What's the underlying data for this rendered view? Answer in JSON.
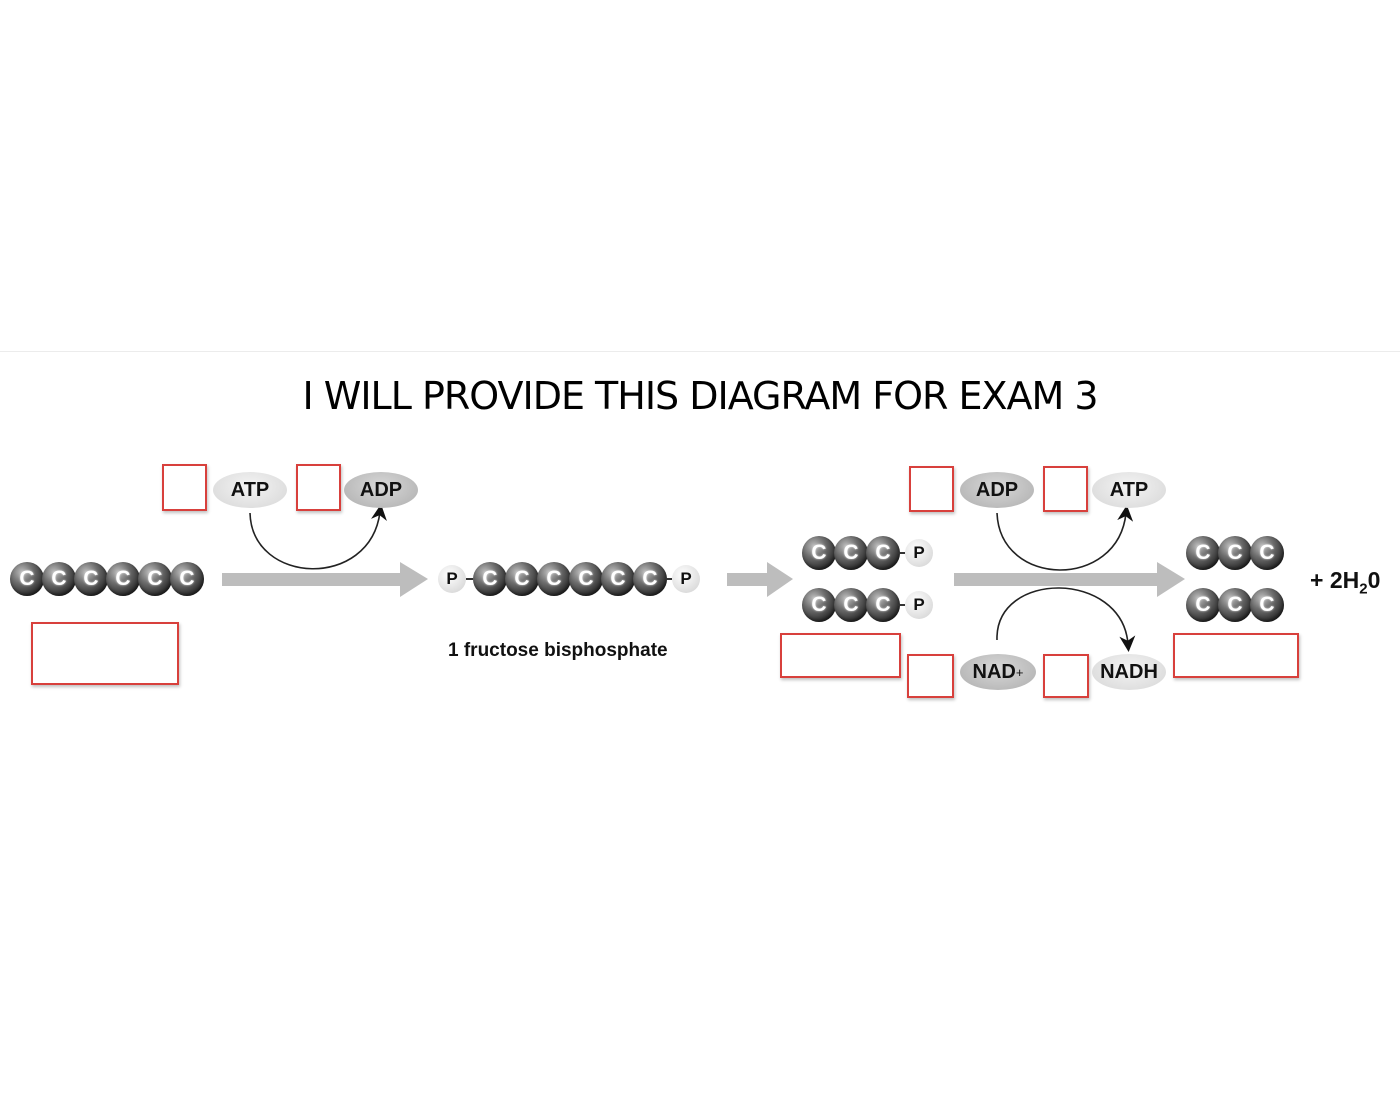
{
  "title": "I WILL PROVIDE THIS DIAGRAM FOR EXAM 3",
  "step1": {
    "start_molecule": {
      "atoms": [
        "C",
        "C",
        "C",
        "C",
        "C",
        "C"
      ]
    },
    "cofactor_in": "ATP",
    "cofactor_out": "ADP"
  },
  "intermediate": {
    "phosphate_left": "P",
    "atoms": [
      "C",
      "C",
      "C",
      "C",
      "C",
      "C"
    ],
    "phosphate_right": "P",
    "label": "1 fructose bisphosphate"
  },
  "split": {
    "top": {
      "atoms": [
        "C",
        "C",
        "C"
      ],
      "phosphate": "P"
    },
    "bottom": {
      "atoms": [
        "C",
        "C",
        "C"
      ],
      "phosphate": "P"
    }
  },
  "step3": {
    "cofactor_top_in": "ADP",
    "cofactor_top_out": "ATP",
    "cofactor_bottom_in": "NAD",
    "cofactor_bottom_in_sup": "+",
    "cofactor_bottom_out": "NADH"
  },
  "products": {
    "top": {
      "atoms": [
        "C",
        "C",
        "C"
      ]
    },
    "bottom": {
      "atoms": [
        "C",
        "C",
        "C"
      ]
    },
    "water": {
      "prefix": "+ 2H",
      "sub": "2",
      "suffix": "0"
    }
  },
  "colors": {
    "answer_box_border": "#d8403c",
    "arrow": "#bdbdbd"
  }
}
